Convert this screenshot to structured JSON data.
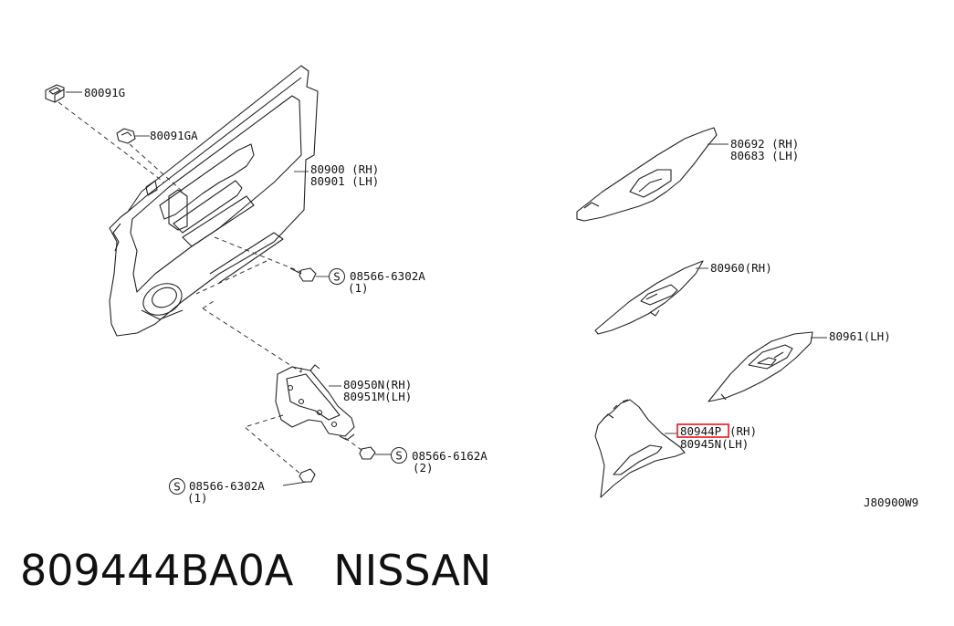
{
  "diagram": {
    "labels": {
      "clip_80091g": "80091G",
      "clip_80091ga": "80091GA",
      "finisher_rh": "80900 (RH)",
      "finisher_lh": "80901 (LH)",
      "screw_a_code": "08566-6302A",
      "screw_a_qty": "(1)",
      "bracket_rh": "80950N(RH)",
      "bracket_lh": "80951M(LH)",
      "screw_b_code": "08566-6162A",
      "screw_b_qty": "(2)",
      "screw_c_code": "08566-6302A",
      "screw_c_qty": "(1)",
      "armrest_rh": "80692 (RH)",
      "armrest_lh": "80683 (LH)",
      "switch_rh": "80960(RH)",
      "switch_lh": "80961(LH)",
      "pull_rh_part": "80944P",
      "pull_rh_side": "(RH)",
      "pull_lh": "80945N(LH)",
      "diagram_code": "J80900W9",
      "s_mark": "S"
    },
    "highlight_color": "#e8141c"
  },
  "caption": {
    "part_number": "809444BA0A",
    "brand": "NISSAN"
  }
}
